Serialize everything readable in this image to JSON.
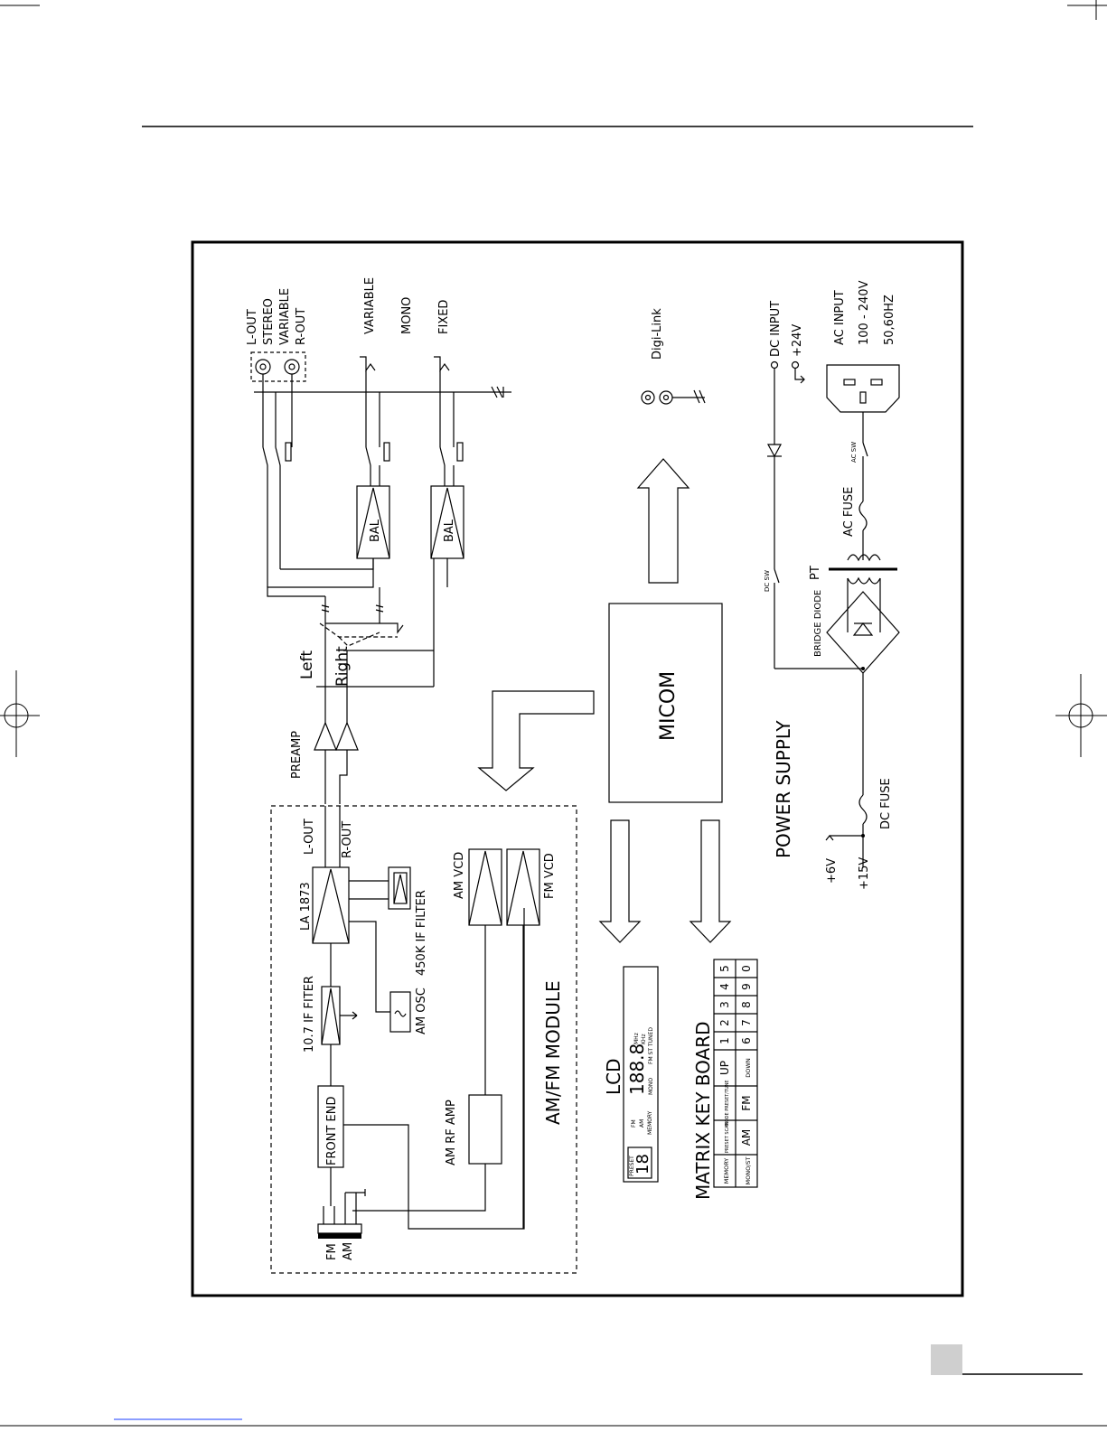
{
  "diagram": {
    "outputs": {
      "l_out": "L-OUT",
      "stereo": "STEREO",
      "variable": "VARIABLE",
      "r_out": "R-OUT",
      "variable2": "VARIABLE",
      "mono": "MONO",
      "fixed": "FIXED"
    },
    "digi_link": "Digi-Link",
    "power": {
      "dc_input": "DC INPUT",
      "plus24v": "+24V",
      "ac_input": "AC INPUT",
      "voltage": "100 - 240V",
      "freq": "50,60HZ",
      "ac_sw": "AC SW",
      "ac_fuse": "AC FUSE",
      "dc_sw": "DC SW",
      "pt": "PT",
      "bridge_diode": "BRIDGE DIODE",
      "power_supply": "POWER SUPPLY",
      "dc_fuse": "DC FUSE",
      "plus6v": "+6V",
      "plus15v": "+15V"
    },
    "amp": {
      "bal1": "BAL",
      "bal2": "BAL",
      "left": "Left",
      "right": "Right",
      "preamp": "PREAMP",
      "micom": "MICOM"
    },
    "module": {
      "l_out": "L-OUT",
      "r_out": "R-OUT",
      "la1873": "LA 1873",
      "if_filter_450": "450K IF FILTER",
      "am_vcd": "AM VCD",
      "fm_vcd": "FM VCD",
      "if_filter_107": "10.7 IF FITER",
      "am_osc": "AM OSC",
      "front_end": "FRONT END",
      "am_rf_amp": "AM RF AMP",
      "module_name": "AM/FM MODULE",
      "fm": "FM",
      "am": "AM"
    },
    "lcd": {
      "title": "LCD",
      "preset": "PRESET",
      "preset_digits": "18",
      "fm": "FM",
      "am": "AM",
      "memory": "MEMORY",
      "freq_digits": "188.8",
      "mono": "MONO",
      "fm_st": "FM ST",
      "tuned": "TUNED",
      "mhz": "MHz",
      "khz": "KHz"
    },
    "keyboard": {
      "title": "MATRIX KEY BOARD",
      "row1": [
        "MEMORY",
        "PRESET SCAN",
        "MODE PRESET/TUNE",
        "UP",
        "1",
        "2",
        "3",
        "4",
        "5"
      ],
      "row2": [
        "MONO/ST",
        "AM",
        "FM",
        "DOWN",
        "6",
        "7",
        "8",
        "9",
        "0"
      ]
    }
  }
}
